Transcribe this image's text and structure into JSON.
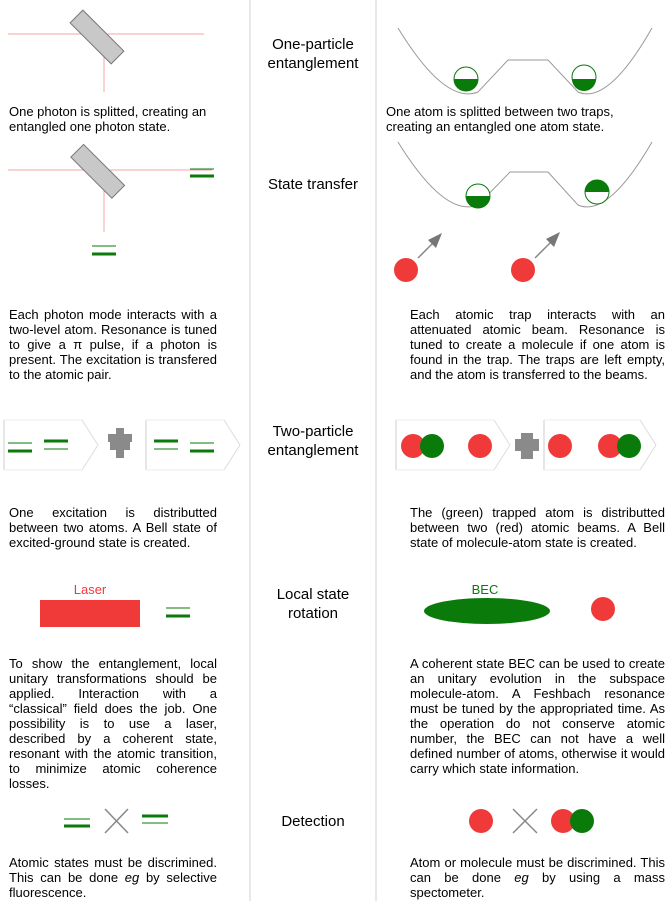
{
  "colors": {
    "green": "#0a7a0a",
    "red": "#f03a3a",
    "grey": "#aaaaaa",
    "beam": "#f4a6a6",
    "line": "#d0d0d0"
  },
  "headings": {
    "h1": "One-particle entanglement",
    "h2": "State transfer",
    "h3": "Two-particle entanglement",
    "h4": "Local state rotation",
    "h5": "Detection"
  },
  "left": {
    "c1": "One photon is splitted, creating an entangled one photon state.",
    "c2": "Each photon mode interacts with a two-level atom. Resonance is tuned to give a π pulse, if a photon is present. The excitation is transfered to the atomic pair.",
    "c3": "One excitation is distributted between two atoms. A Bell state of excited-ground state is created.",
    "laser_label": "Laser",
    "c4": "To show the entanglement, local unitary transformations should be applied. Interaction with a “classical” field does the job. One possibility is to use a laser, described by a coherent state, resonant with the atomic transition, to minimize atomic coherence losses.",
    "c5a": "Atomic states must be discrimined. This can be done ",
    "c5eg": "eg",
    "c5b": " by selective fluorescence."
  },
  "right": {
    "c1": "One atom is splitted between two traps, creating an entangled one atom state.",
    "c2": "Each atomic trap interacts with an attenuated atomic beam. Resonance is tuned to create a molecule if one atom is found in the trap. The traps are left empty, and the atom is transferred to the beams.",
    "c3": "The (green) trapped atom is distributted between two (red) atomic beams. A Bell state of molecule-atom state is created.",
    "bec_label": "BEC",
    "c4": "A coherent state BEC can be used to create an unitary evolution in the subspace molecule-atom. A Feshbach resonance must be tuned by the appropriated time. As the operation do not conserve atomic number, the BEC can not have a well defined number of atoms, otherwise it would carry which state information.",
    "c5a": "Atom or molecule must be discrimined. This can be done ",
    "c5eg": "eg",
    "c5b": " by using a mass spectometer."
  }
}
